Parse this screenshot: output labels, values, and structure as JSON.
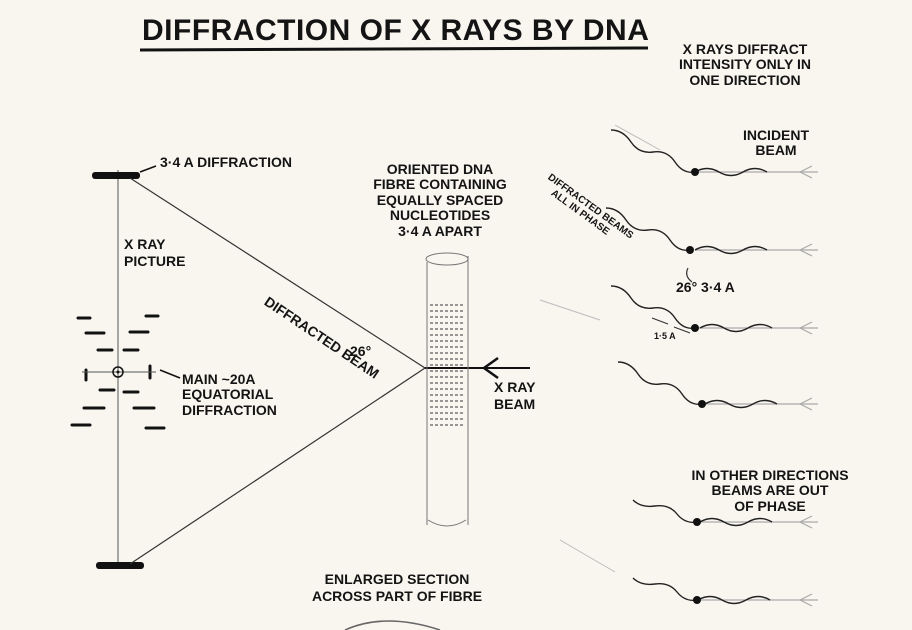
{
  "title": "DIFFRACTION OF X RAYS BY DNA",
  "left": {
    "diffraction_34": "3·4 A DIFFRACTION",
    "xray_picture": [
      "X RAY",
      "PICTURE"
    ],
    "main_equatorial": [
      "MAIN ~20A",
      "EQUATORIAL",
      "DIFFRACTION"
    ]
  },
  "center": {
    "fibre_label": [
      "ORIENTED DNA",
      "FIBRE CONTAINING",
      "EQUALLY SPACED",
      "NUCLEOTIDES",
      "3·4 A APART"
    ],
    "diffracted_beam": "DIFFRACTED BEAM",
    "angle": "26°",
    "xray_beam": [
      "X RAY",
      "BEAM"
    ],
    "enlarged_section": [
      "ENLARGED SECTION",
      "ACROSS PART OF FIBRE"
    ]
  },
  "right": {
    "header": [
      "X RAYS DIFFRACT",
      "INTENSITY ONLY IN",
      "ONE DIRECTION"
    ],
    "incident_beam": [
      "INCIDENT",
      "BEAM"
    ],
    "diffracted_beams": [
      "DIFFRACTED BEAMS",
      "ALL IN PHASE"
    ],
    "angle_spacing": "26° 3·4 A",
    "small_spacing": "1·5 A",
    "other_directions": [
      "IN OTHER DIRECTIONS",
      "BEAMS ARE OUT",
      "OF PHASE"
    ]
  }
}
